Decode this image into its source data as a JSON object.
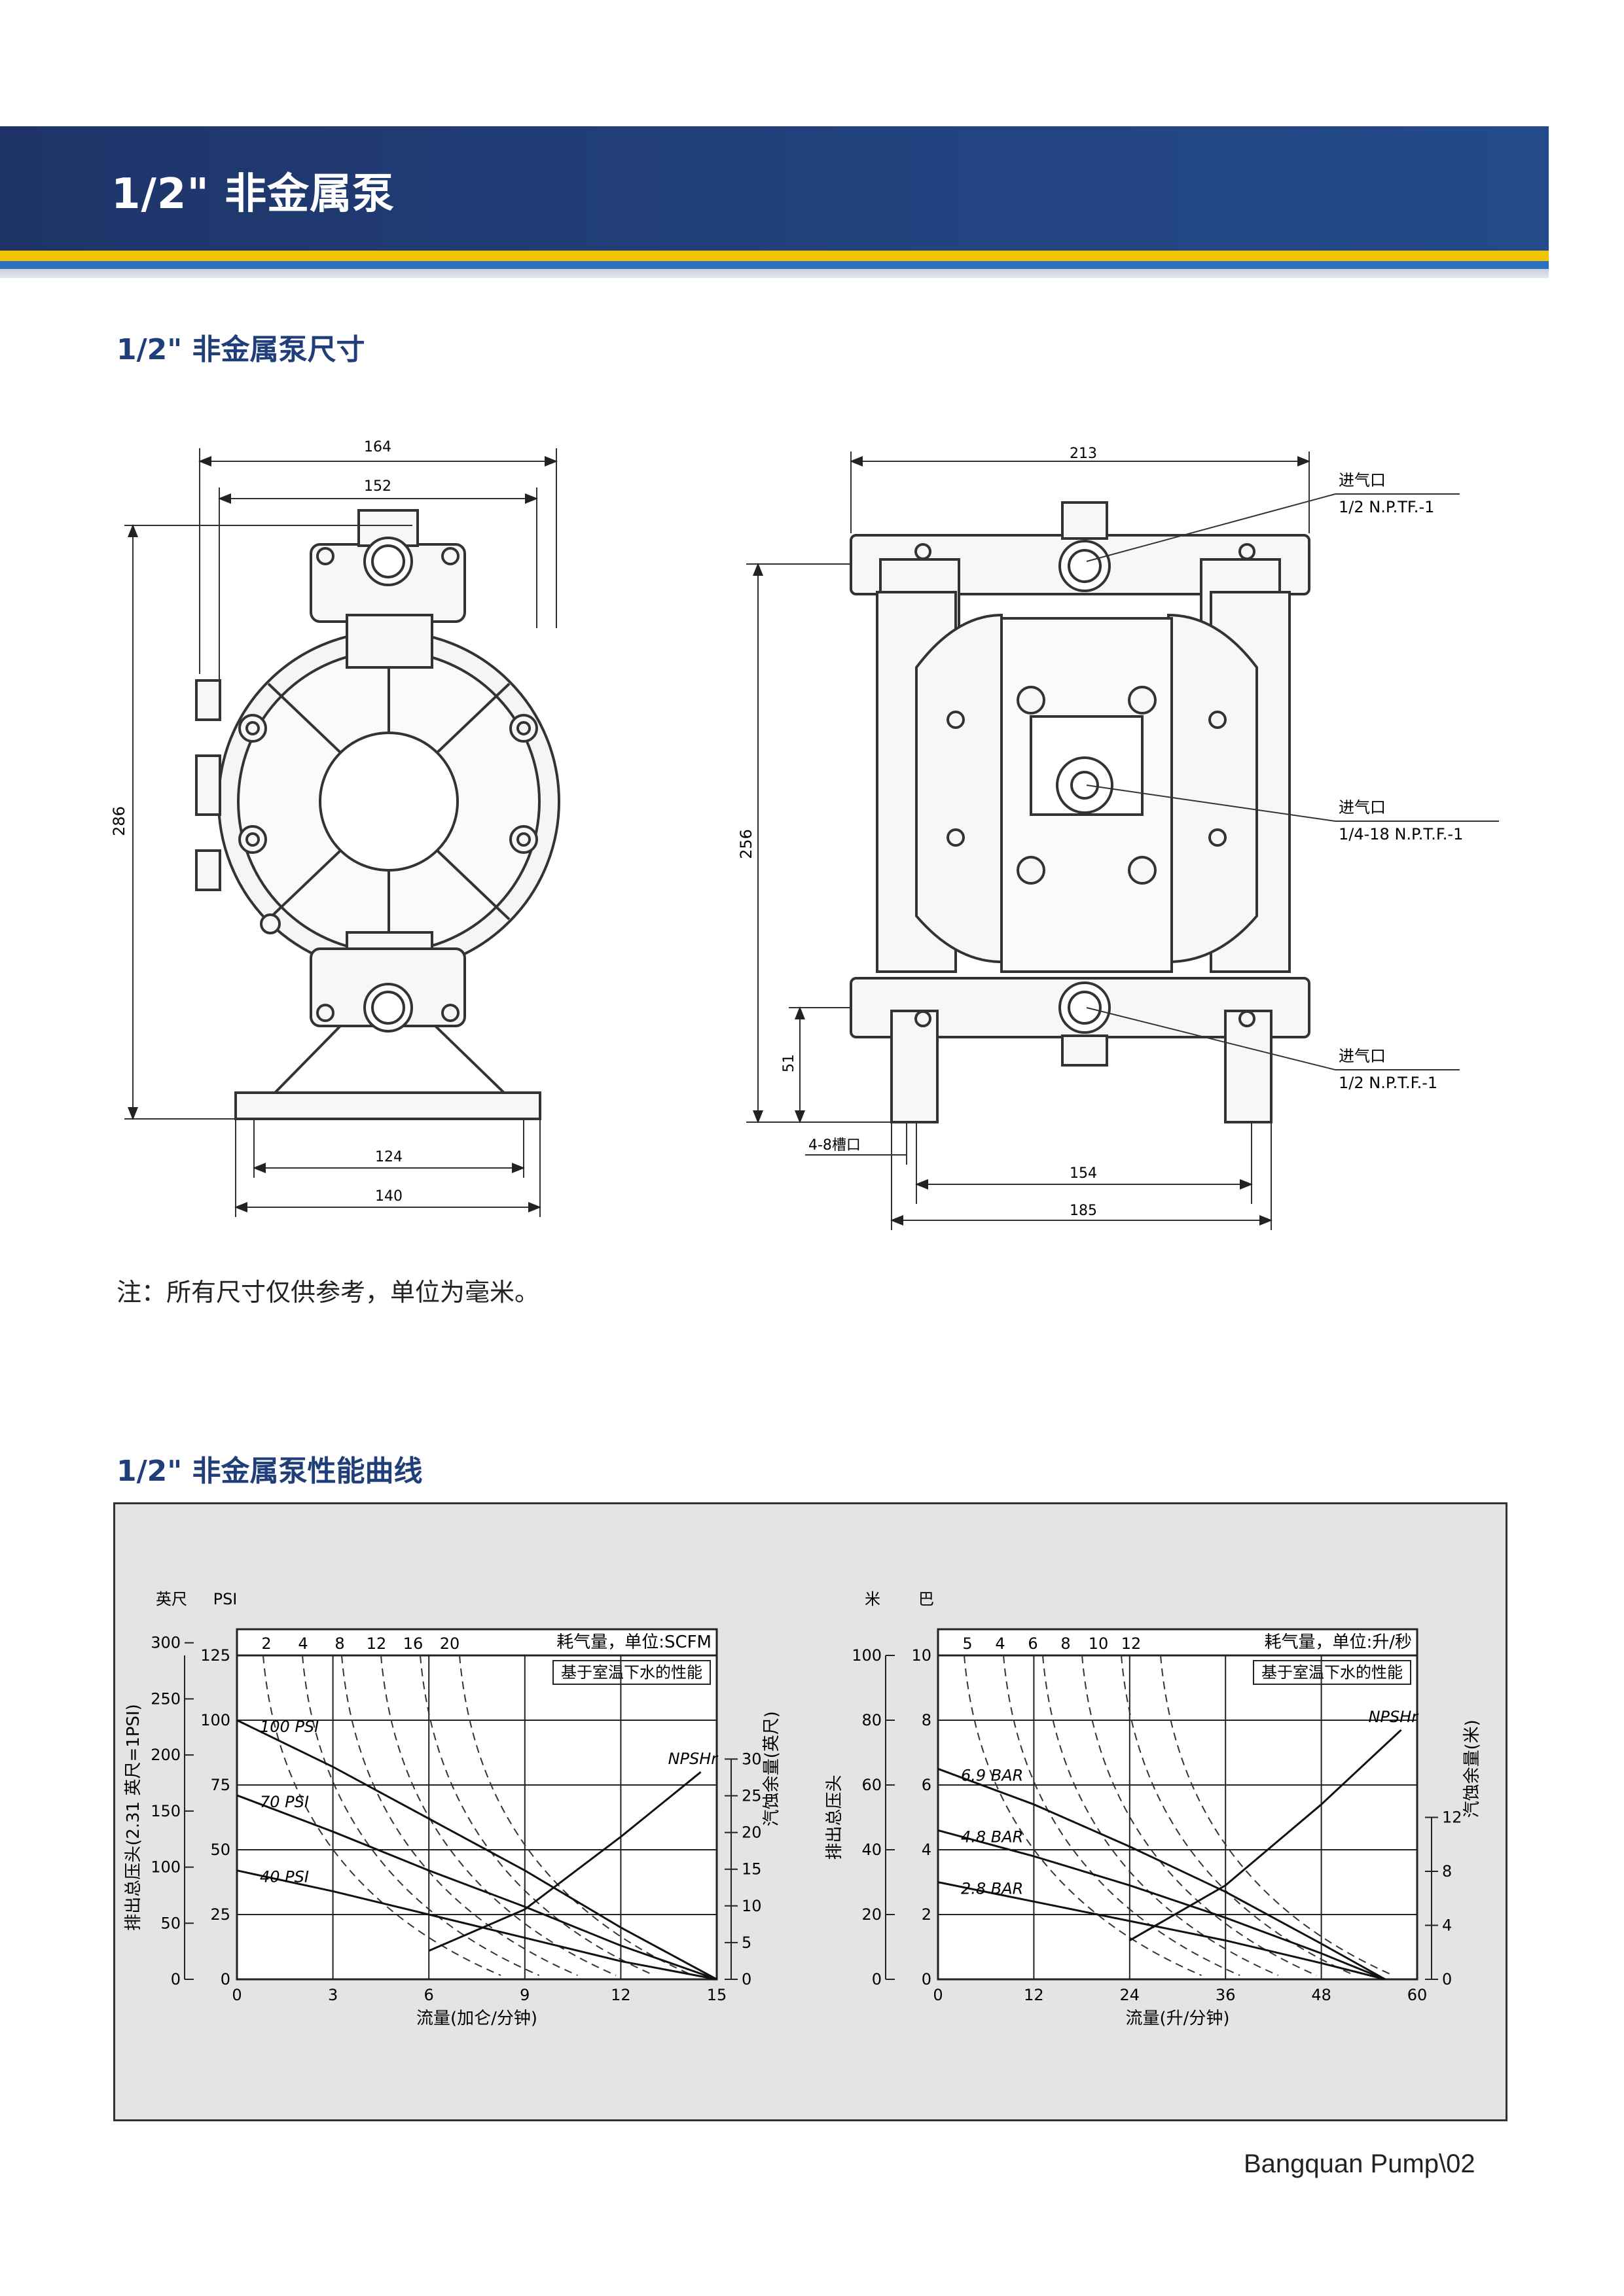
{
  "header": {
    "title": "1/2\" 非金属泵"
  },
  "dimensions_section": {
    "title": "1/2\" 非金属泵尺寸",
    "front_view": {
      "width_outer": "164",
      "width_inner": "152",
      "height": "286",
      "base_inner": "124",
      "base_outer": "140"
    },
    "side_view": {
      "width": "213",
      "height": "256",
      "bottom_height": "51",
      "slot": "4-8槽口",
      "base_inner": "154",
      "base_outer": "185"
    },
    "callouts": [
      {
        "name": "进气口",
        "spec": "1/2 N.P.TF.-1"
      },
      {
        "name": "进气口",
        "spec": "1/4-18 N.P.T.F.-1"
      },
      {
        "name": "进气口",
        "spec": "1/2 N.P.T.F.-1"
      }
    ],
    "note": "注：所有尺寸仅供参考，单位为毫米。"
  },
  "performance_section": {
    "title": "1/2\" 非金属泵性能曲线"
  },
  "chart_data": [
    {
      "type": "line",
      "title": "",
      "top_axis_label": "耗气量，单位:SCFM",
      "subtitle_box": "基于室温下水的性能",
      "xlabel": "流量(加仑/分钟)",
      "x_ticks": [
        "0",
        "3",
        "6",
        "9",
        "12",
        "15"
      ],
      "xlim": [
        0,
        15
      ],
      "y_left_header_1": "英尺",
      "y_left_header_2": "PSI",
      "y_left_label": "排出总压头(2.31 英尺=1PSI)",
      "y_left_ticks_ft": [
        "0",
        "50",
        "100",
        "150",
        "200",
        "250",
        "300"
      ],
      "y_left_ticks_psi": [
        "0",
        "25",
        "50",
        "75",
        "100",
        "125"
      ],
      "ylim": [
        0,
        125
      ],
      "y_right_label": "汽蚀余量(英尺)",
      "y_right_ticks": [
        "0",
        "5",
        "10",
        "15",
        "20",
        "25",
        "30"
      ],
      "air_ticks": [
        "2",
        "4",
        "8",
        "12",
        "16",
        "20"
      ],
      "npsh_label": "NPSHr",
      "series": [
        {
          "name": "100 PSI",
          "x": [
            0,
            3,
            6,
            9,
            12,
            15
          ],
          "y": [
            100,
            82,
            62,
            42,
            20,
            0
          ]
        },
        {
          "name": "70 PSI",
          "x": [
            0,
            3,
            6,
            9,
            12,
            15
          ],
          "y": [
            71,
            57,
            42,
            28,
            13,
            0
          ]
        },
        {
          "name": "40 PSI",
          "x": [
            0,
            3,
            6,
            9,
            12,
            15
          ],
          "y": [
            42,
            34,
            25,
            16,
            7,
            0
          ]
        },
        {
          "name": "NPSHr",
          "x": [
            6,
            9,
            12,
            14.5
          ],
          "y": [
            11,
            27,
            55,
            80
          ]
        }
      ]
    },
    {
      "type": "line",
      "title": "",
      "top_axis_label": "耗气量，单位:升/秒",
      "subtitle_box": "基于室温下水的性能",
      "xlabel": "流量(升/分钟)",
      "x_ticks": [
        "0",
        "12",
        "24",
        "36",
        "48",
        "60"
      ],
      "xlim": [
        0,
        60
      ],
      "y_left_header_1": "米",
      "y_left_header_2": "巴",
      "y_left_label": "排出总压头",
      "y_left_ticks_m": [
        "0",
        "20",
        "40",
        "60",
        "80",
        "100"
      ],
      "y_left_ticks_bar": [
        "0",
        "2",
        "4",
        "6",
        "8",
        "10"
      ],
      "ylim": [
        0,
        10
      ],
      "y_right_label": "汽蚀余量(米)",
      "y_right_ticks": [
        "0",
        "4",
        "8",
        "12"
      ],
      "air_ticks": [
        "5",
        "4",
        "6",
        "8",
        "10",
        "12"
      ],
      "npsh_label": "NPSHr",
      "series": [
        {
          "name": "6.9 BAR",
          "x": [
            0,
            12,
            24,
            36,
            48,
            56
          ],
          "y": [
            6.5,
            5.4,
            4.1,
            2.7,
            1.1,
            0
          ]
        },
        {
          "name": "4.8 BAR",
          "x": [
            0,
            12,
            24,
            36,
            48,
            56
          ],
          "y": [
            4.6,
            3.8,
            2.9,
            1.9,
            0.8,
            0
          ]
        },
        {
          "name": "2.8 BAR",
          "x": [
            0,
            12,
            24,
            36,
            48,
            56
          ],
          "y": [
            3.0,
            2.4,
            1.8,
            1.2,
            0.5,
            0
          ]
        },
        {
          "name": "NPSHr",
          "x": [
            24,
            36,
            48,
            58
          ],
          "y": [
            1.2,
            2.9,
            5.4,
            7.7
          ]
        }
      ]
    }
  ],
  "footer": {
    "text": "Bangquan Pump\\02"
  }
}
